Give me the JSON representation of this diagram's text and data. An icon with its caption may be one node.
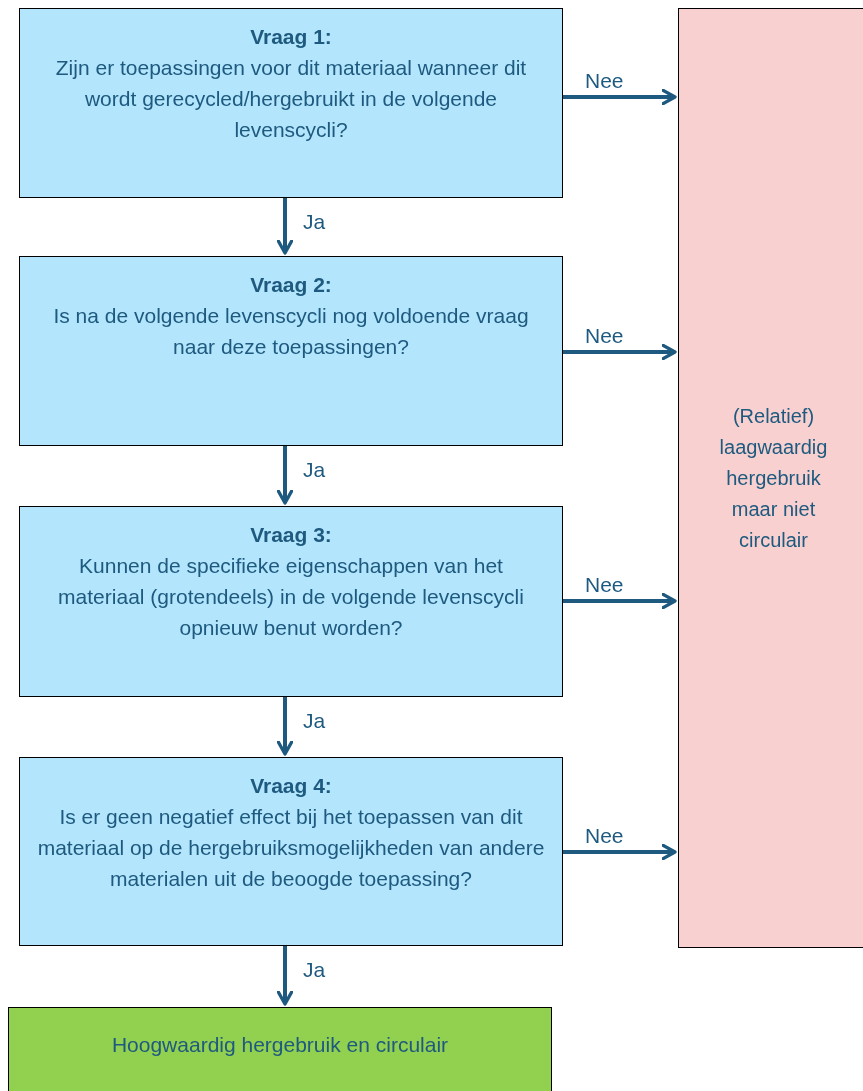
{
  "diagram": {
    "nodes": [
      {
        "text": [
          "Vraag 1:",
          "Zijn er toepassingen voor dit materiaal wanneer dit wordt gerecycled/hergebruikt in de volgende levenscycli?"
        ]
      },
      {
        "text": [
          "Vraag 2:",
          "Is na de volgende levenscycli nog voldoende vraag naar deze toepassingen?"
        ]
      },
      {
        "text": [
          "Vraag 3:",
          "Kunnen de specifieke eigenschappen van het materiaal (grotendeels) in de volgende levenscycli opnieuw benut worden?"
        ]
      },
      {
        "text": [
          "Vraag 4:",
          "Is er geen negatief effect bij het toepassen van dit materiaal op de hergebruiksmogelijkheden van andere materialen uit de beoogde toepassing?"
        ]
      },
      {
        "text": [
          "(Relatief) laagwaardig hergebruik maar niet circulair"
        ]
      },
      {
        "text": [
          "Hoogwaardig hergebruik en circulair"
        ]
      }
    ],
    "edges": [
      {
        "from": 0,
        "to": 4,
        "arrow": "to",
        "label": "Nee"
      },
      {
        "from": 0,
        "to": 1,
        "arrow": "to",
        "label": "Ja"
      },
      {
        "from": 1,
        "to": 4,
        "arrow": "to",
        "label": "Nee"
      },
      {
        "from": 1,
        "to": 2,
        "arrow": "to",
        "label": "Ja"
      },
      {
        "from": 2,
        "to": 4,
        "arrow": "to",
        "label": "Nee"
      },
      {
        "from": 2,
        "to": 3,
        "arrow": "to",
        "label": "Ja"
      },
      {
        "from": 3,
        "to": 4,
        "arrow": "to",
        "label": "Nee"
      },
      {
        "from": 3,
        "to": 5,
        "arrow": "to",
        "label": "Ja"
      }
    ]
  }
}
